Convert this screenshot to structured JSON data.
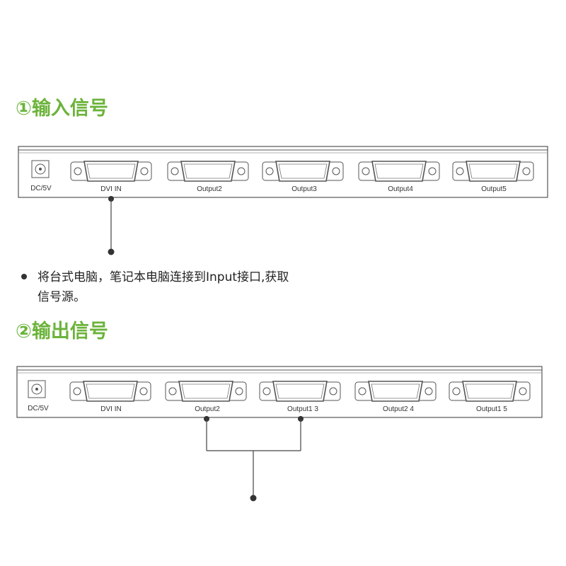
{
  "section1": {
    "title": "①输入信号",
    "labels": [
      "DC/5V",
      "DVI IN",
      "Output2",
      "Output3",
      "Output4",
      "Output5"
    ]
  },
  "section2": {
    "title": "②输出信号",
    "labels": [
      "DC/5V",
      "DVI IN",
      "Output2",
      "Output1 3",
      "Output2 4",
      "Output1 5"
    ]
  },
  "description": {
    "line1": "将台式电脑，笔记本电脑连接到Input接口,获取",
    "line2": "信号源。"
  },
  "colors": {
    "accent": "#6bb33a",
    "stroke": "#555555"
  }
}
